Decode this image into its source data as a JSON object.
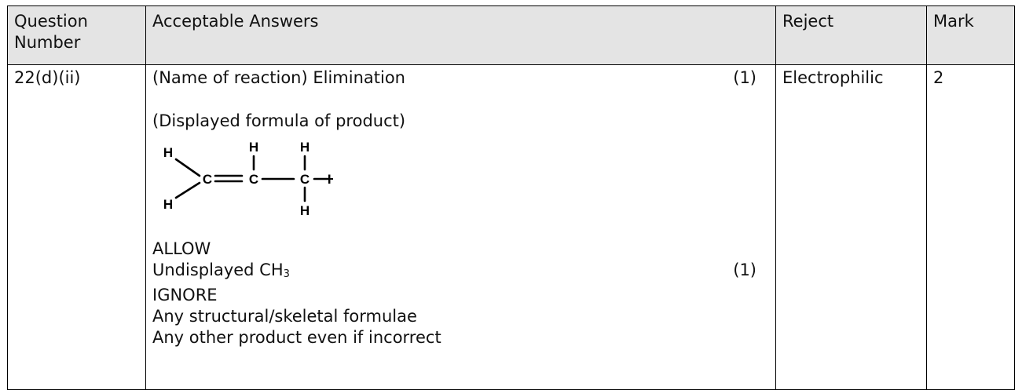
{
  "headers": {
    "question_number": "Question Number",
    "acceptable_answers": "Acceptable Answers",
    "reject": "Reject",
    "mark": "Mark"
  },
  "row": {
    "question_number": "22(d)(ii)",
    "name_of_reaction": "(Name of reaction) Elimination",
    "mark_1": "(1)",
    "displayed_formula_label": "(Displayed formula of product)",
    "molecule": {
      "atom_c": "C",
      "atom_h": "H"
    },
    "allow_label": "ALLOW",
    "undisplayed_text": "Undisplayed CH",
    "undisplayed_sub": "3",
    "mark_2": "(1)",
    "ignore_label": "IGNORE",
    "ignore_item_1": "Any structural/skeletal formulae",
    "ignore_item_2": "Any other product even if incorrect",
    "reject": "Electrophilic",
    "mark": "2"
  }
}
